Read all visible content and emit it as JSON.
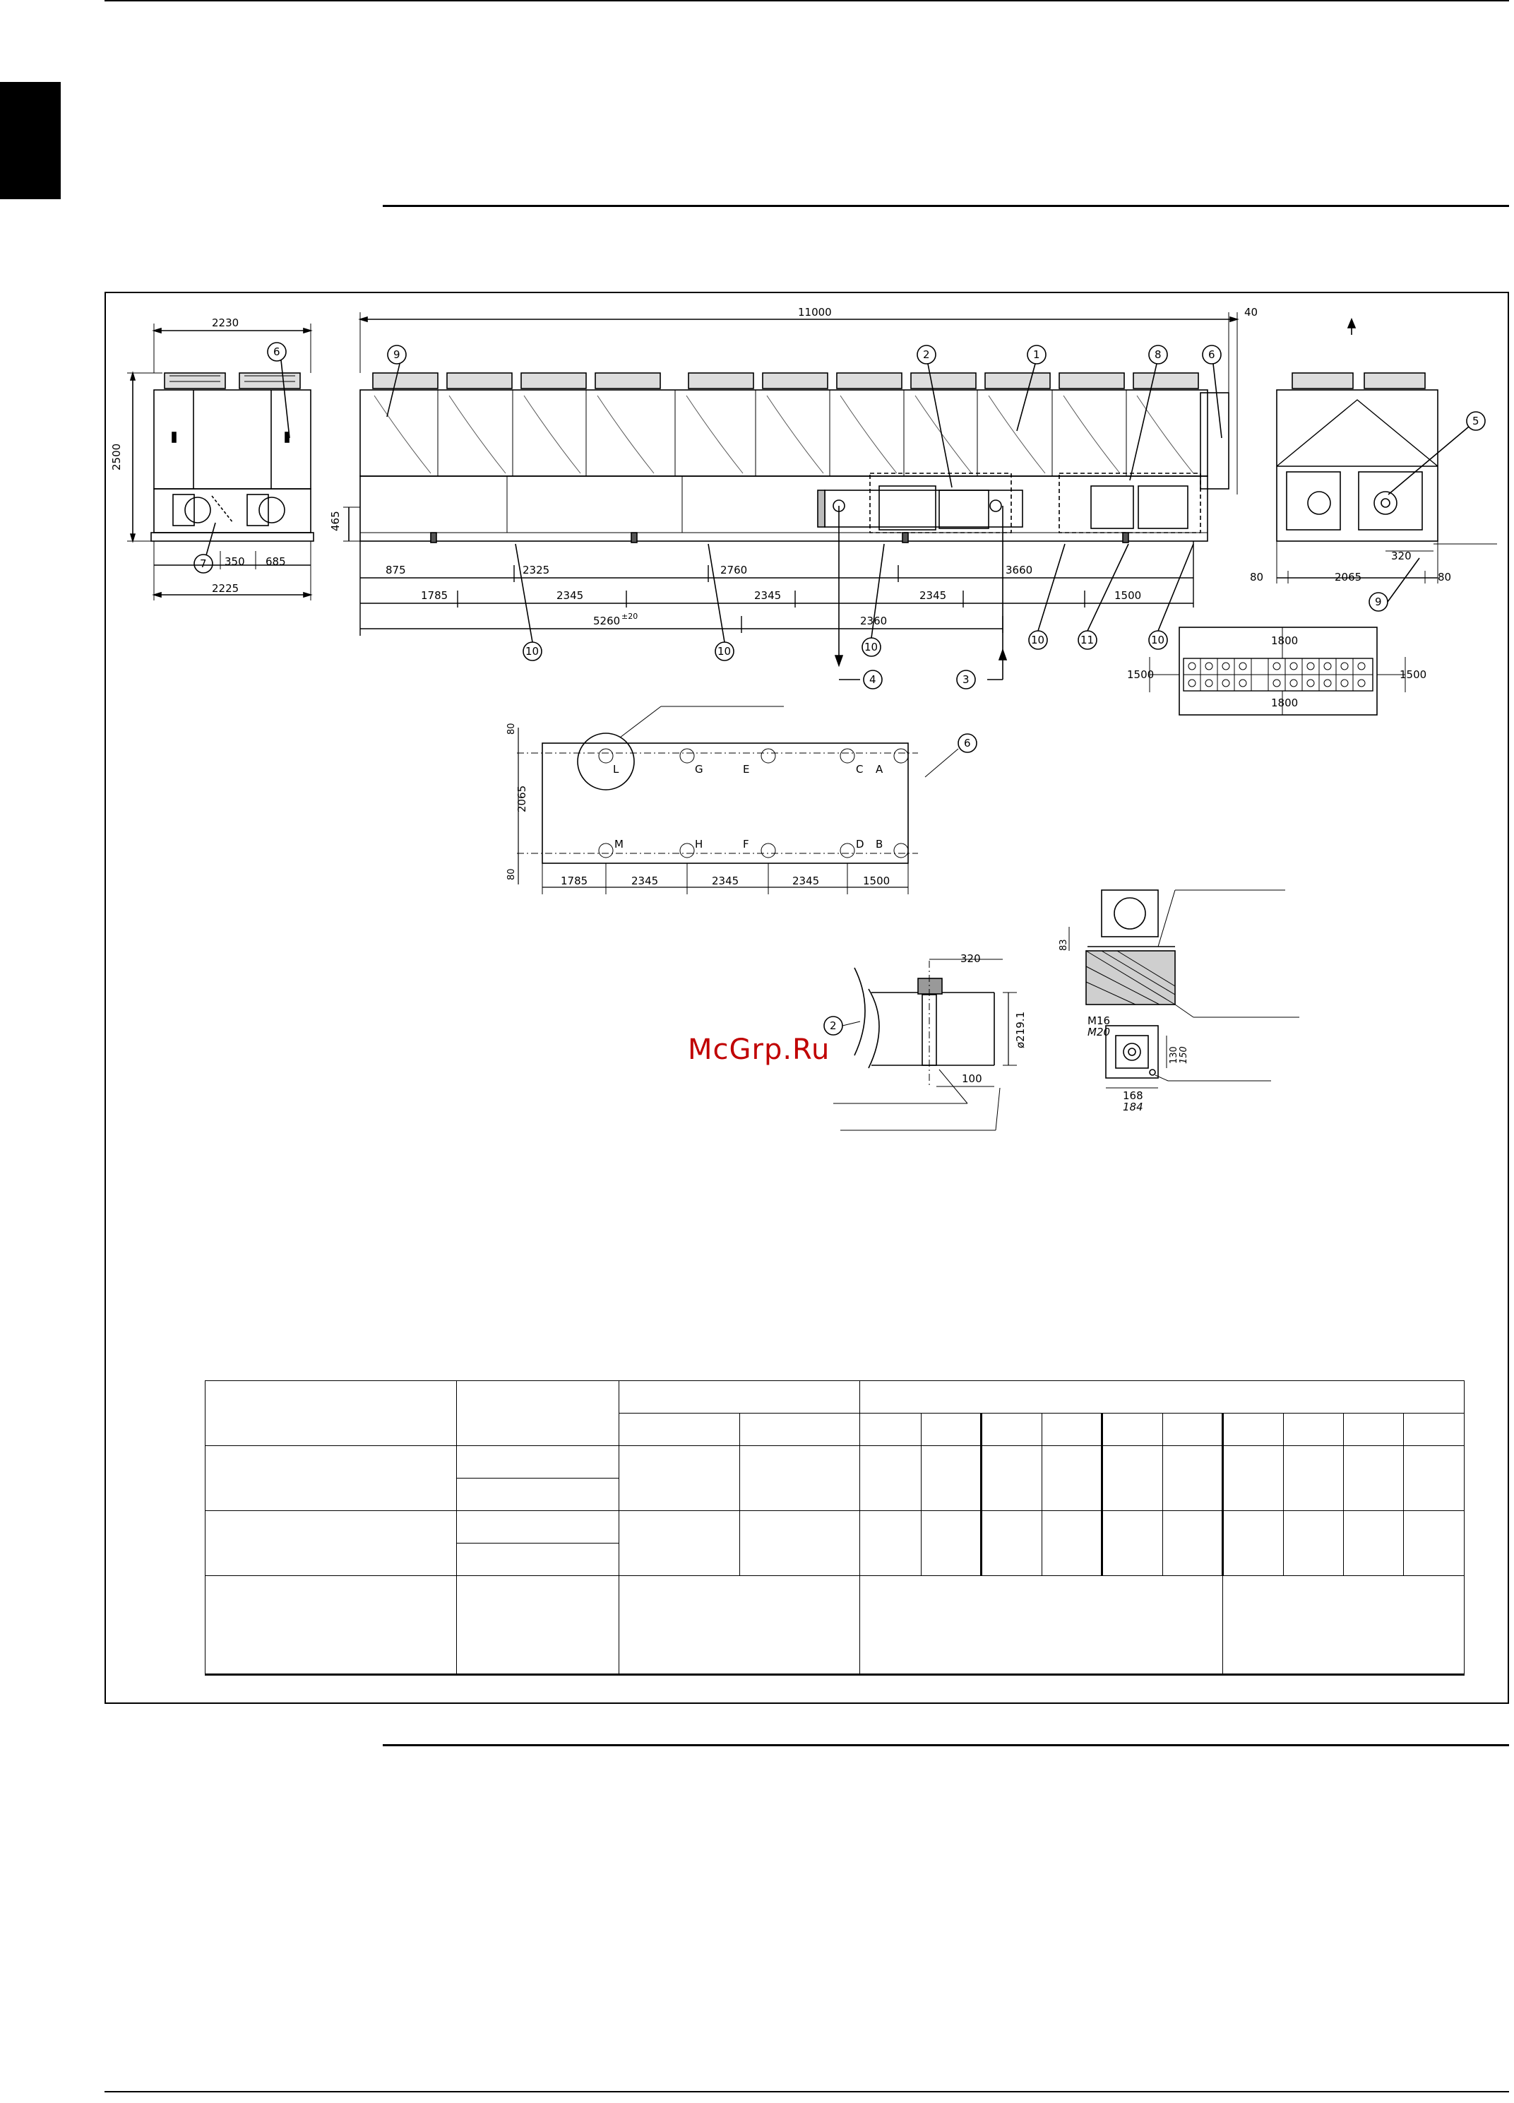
{
  "watermark": "McGrp.Ru",
  "front_view": {
    "dim_width_top": "2230",
    "dim_height": "2500",
    "dim_gap": "350",
    "dim_side": "685",
    "dim_width_bottom": "2225",
    "balloons": [
      "6",
      "7"
    ]
  },
  "side_view": {
    "dim_total_length": "11000",
    "dim_overhang": "40",
    "dim_base_height": "465",
    "dims_row1": [
      "875",
      "2325",
      "2760",
      "3660"
    ],
    "dims_row2": [
      "1785",
      "2345",
      "2345",
      "2345",
      "1500"
    ],
    "dim_row3_left": "5260",
    "dim_row3_left_tol": "±20",
    "dim_row3_right": "2360",
    "balloons_top": [
      "9",
      "2",
      "1",
      "8",
      "6"
    ],
    "balloons_bottom": [
      "10",
      "10",
      "10",
      "10",
      "11",
      "10"
    ],
    "flow_in": "3",
    "flow_out": "4"
  },
  "end_view": {
    "balloons": [
      "5",
      "9"
    ],
    "dim_320": "320",
    "dim_left": "80",
    "dim_center": "2065",
    "dim_right": "80"
  },
  "clearance_plan": {
    "top": "1800",
    "bottom": "1800",
    "left": "1500",
    "right": "1500"
  },
  "foundation_plan": {
    "dim_top": "80",
    "dim_mid": "2065",
    "dim_bottom": "80",
    "dims_bottom_row": [
      "1785",
      "2345",
      "2345",
      "2345",
      "1500"
    ],
    "points_top": [
      "L",
      "G",
      "E",
      "C",
      "A"
    ],
    "points_bottom": [
      "M",
      "H",
      "F",
      "D",
      "B"
    ],
    "balloon": "6"
  },
  "pipe_detail": {
    "dim_320": "320",
    "dim_dia": "ø219.1",
    "dim_100": "100",
    "balloon": "2"
  },
  "mount_detail": {
    "dim_83": "83",
    "bolt_a": "M16",
    "bolt_b": "M20",
    "dim_h1": "130",
    "dim_h2": "150",
    "dim_w1": "168",
    "dim_w2": "184"
  }
}
